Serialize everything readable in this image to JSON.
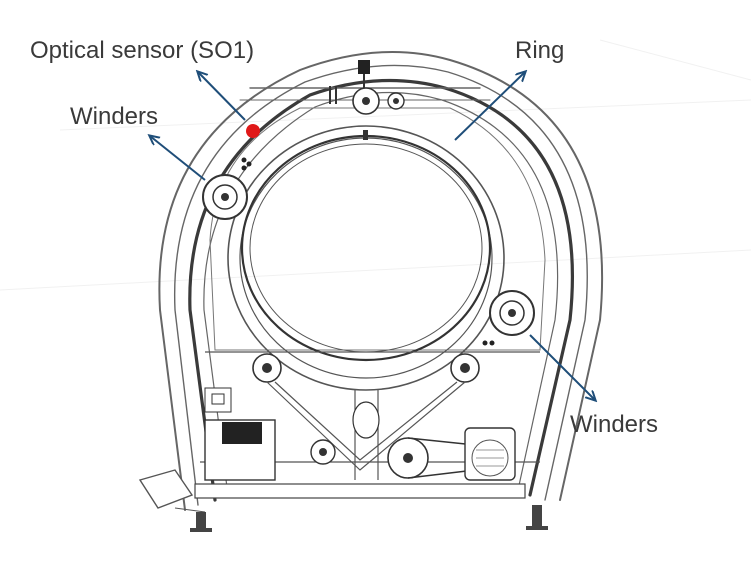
{
  "labels": {
    "optical_sensor": "Optical sensor (SO1)",
    "ring": "Ring",
    "winders_left": "Winders",
    "winders_right": "Winders"
  },
  "colors": {
    "arrow": "#1f4e79",
    "label_text": "#3a3a3a",
    "sensor_dot": "#e01818",
    "line_art": "#555555",
    "background": "#ffffff"
  }
}
